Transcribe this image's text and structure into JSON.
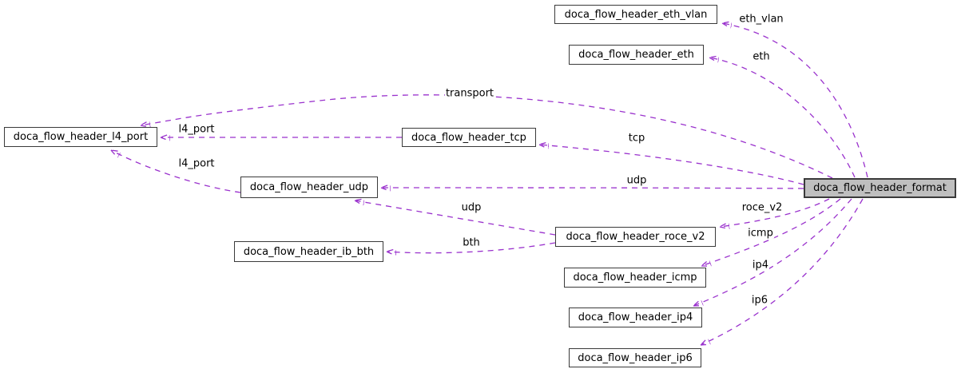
{
  "diagram": {
    "type": "collaboration-graph",
    "colors": {
      "edge": "#9a32cd",
      "node_border": "#3a3a3a",
      "node_fill": "#ffffff",
      "highlight_fill": "#bfbfbf",
      "text": "#000000",
      "background": "#ffffff"
    },
    "nodes": {
      "eth_vlan": {
        "label": "doca_flow_header_eth_vlan",
        "highlighted": false
      },
      "eth": {
        "label": "doca_flow_header_eth",
        "highlighted": false
      },
      "l4_port": {
        "label": "doca_flow_header_l4_port",
        "highlighted": false
      },
      "tcp": {
        "label": "doca_flow_header_tcp",
        "highlighted": false
      },
      "udp": {
        "label": "doca_flow_header_udp",
        "highlighted": false
      },
      "ib_bth": {
        "label": "doca_flow_header_ib_bth",
        "highlighted": false
      },
      "roce_v2": {
        "label": "doca_flow_header_roce_v2",
        "highlighted": false
      },
      "icmp": {
        "label": "doca_flow_header_icmp",
        "highlighted": false
      },
      "ip4": {
        "label": "doca_flow_header_ip4",
        "highlighted": false
      },
      "ip6": {
        "label": "doca_flow_header_ip6",
        "highlighted": false
      },
      "format": {
        "label": "doca_flow_header_format",
        "highlighted": true
      }
    },
    "edges": [
      {
        "label": "eth_vlan",
        "from": "format",
        "to": "eth_vlan"
      },
      {
        "label": "eth",
        "from": "format",
        "to": "eth"
      },
      {
        "label": "transport",
        "from": "format",
        "to": "l4_port"
      },
      {
        "label": "l4_port",
        "from": "tcp",
        "to": "l4_port"
      },
      {
        "label": "tcp",
        "from": "format",
        "to": "tcp"
      },
      {
        "label": "l4_port",
        "from": "udp",
        "to": "l4_port"
      },
      {
        "label": "udp",
        "from": "format",
        "to": "udp"
      },
      {
        "label": "udp",
        "from": "roce_v2",
        "to": "udp"
      },
      {
        "label": "roce_v2",
        "from": "format",
        "to": "roce_v2"
      },
      {
        "label": "icmp",
        "from": "format",
        "to": "icmp"
      },
      {
        "label": "bth",
        "from": "roce_v2",
        "to": "ib_bth"
      },
      {
        "label": "ip4",
        "from": "format",
        "to": "ip4"
      },
      {
        "label": "ip6",
        "from": "format",
        "to": "ip6"
      }
    ]
  }
}
